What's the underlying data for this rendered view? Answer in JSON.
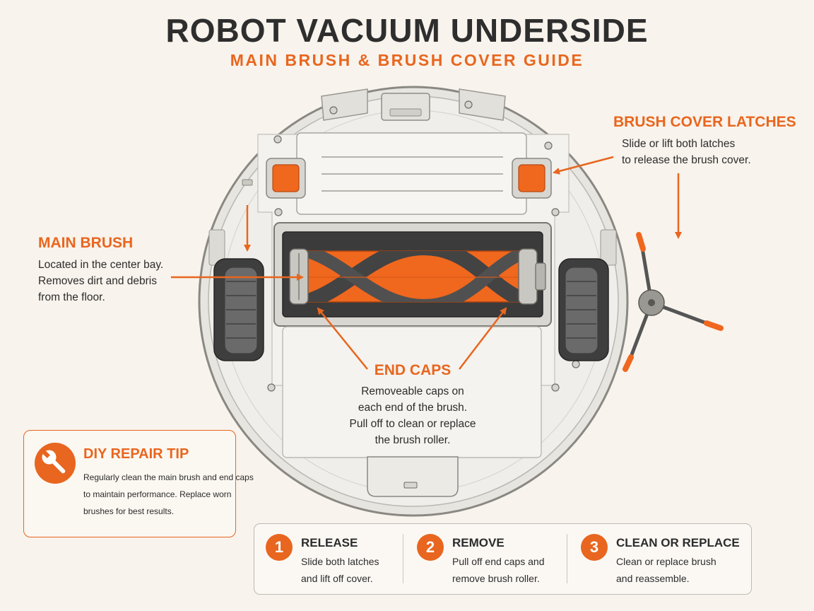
{
  "header": {
    "title": "ROBOT VACUUM UNDERSIDE",
    "subtitle": "MAIN BRUSH & BRUSH COVER GUIDE"
  },
  "colors": {
    "accent": "#e8661f",
    "text": "#2c2c2c",
    "background": "#f8f3ec",
    "body_shell": "#ecebe6"
  },
  "callouts": {
    "latches": {
      "title": "BRUSH COVER LATCHES",
      "lines": [
        "Slide or lift both latches",
        "to release the brush cover."
      ]
    },
    "main_brush": {
      "title": "MAIN BRUSH",
      "lines": [
        "Located in the center bay.",
        "Removes dirt and debris",
        "from the floor."
      ]
    },
    "end_caps": {
      "title": "END CAPS",
      "lines": [
        "Removeable caps on",
        "each end of the brush.",
        "Pull off to clean or replace",
        "the brush roller."
      ]
    }
  },
  "tip": {
    "icon": "wrench-icon",
    "title": "DIY REPAIR TIP",
    "lines": [
      "Regularly clean the main brush and end caps",
      "to maintain performance. Replace worn",
      "brushes for best results."
    ]
  },
  "steps": [
    {
      "number": "1",
      "title": "RELEASE",
      "lines": [
        "Slide both latches",
        "and lift off cover."
      ]
    },
    {
      "number": "2",
      "title": "REMOVE",
      "lines": [
        "Pull off end caps and",
        "remove brush roller."
      ]
    },
    {
      "number": "3",
      "title": "CLEAN OR REPLACE",
      "lines": [
        "Clean or replace brush",
        "and reassemble."
      ]
    }
  ]
}
